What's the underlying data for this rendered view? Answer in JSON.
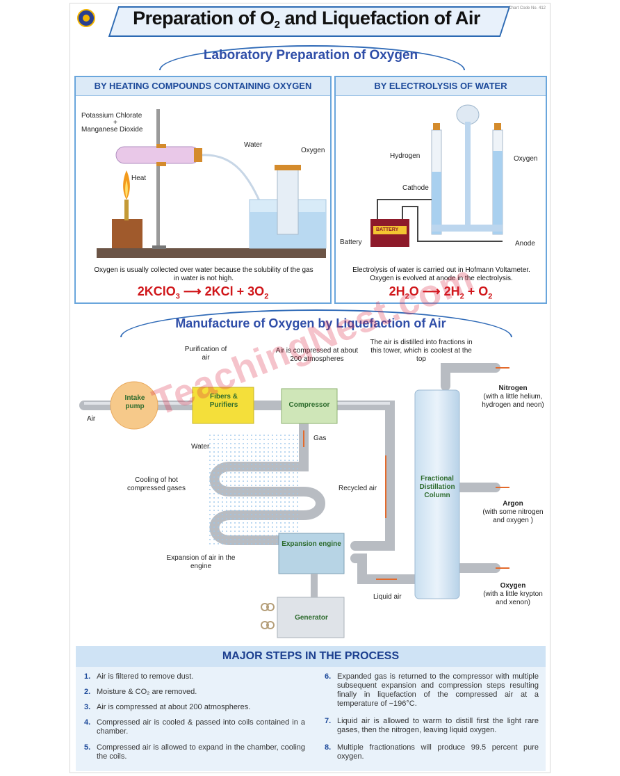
{
  "title": {
    "main_before": "Preparation of O",
    "sub": "2",
    "main_after": " and Liquefaction of Air"
  },
  "top_code": "Chart Code No. 412",
  "lab": {
    "heading": "Laboratory Preparation of Oxygen",
    "heating": {
      "title": "BY HEATING COMPOUNDS CONTAINING OXYGEN",
      "labels": {
        "potassium": "Potassium Chlorate",
        "plus": "+",
        "manganese": "Manganese Dioxide",
        "heat": "Heat",
        "water": "Water",
        "oxygen": "Oxygen"
      },
      "caption_1": "Oxygen is usually collected over water because the solubility of the gas",
      "caption_2": "in water is not high.",
      "equation": {
        "p1": "2KClO",
        "s1": "3",
        "arrow": " ⟶ ",
        "p2": "2KCl + 3O",
        "s2": "2"
      }
    },
    "electrolysis": {
      "title": "BY ELECTROLYSIS OF WATER",
      "labels": {
        "hydrogen": "Hydrogen",
        "oxygen": "Oxygen",
        "cathode": "Cathode",
        "battery": "Battery",
        "anode": "Anode",
        "battery_text": "BATTERY"
      },
      "caption_1": "Electrolysis of water is carried out in Hofmann Voltameter.",
      "caption_2": "Oxygen is evolved at anode in the electrolysis.",
      "equation": {
        "p1": "2H",
        "s1": "2",
        "p2": "O",
        "arrow": " ⟶ ",
        "p3": "2H",
        "s3": "2",
        "p4": " + O",
        "s4": "2"
      }
    }
  },
  "manufacture": {
    "heading": "Manufacture of Oxygen by Liquefaction of Air",
    "labels": {
      "air": "Air",
      "intake": "Intake pump",
      "purification": "Purification of air",
      "fibers": "Fibers & Purifiers",
      "compressed_note": "Air is compressed at about 200 atmospheres",
      "compressor": "Compressor",
      "tower_note": "The air is distilled into fractions in this tower, which is coolest at the top",
      "water": "Water",
      "gas": "Gas",
      "cooling": "Cooling of hot compressed gases",
      "recycled": "Recycled air",
      "column": "Fractional Distillation Column",
      "expansion_engine": "Expansion engine",
      "expansion_air": "Expansion of air in the engine",
      "liquid_air": "Liquid air",
      "generator": "Generator",
      "nitrogen": "Nitrogen",
      "nitrogen_note": "(with a little helium, hydrogen and neon)",
      "argon": "Argon",
      "argon_note": "(with some nitrogen and oxygen )",
      "oxygen": "Oxygen",
      "oxygen_note": "(with a little krypton and xenon)"
    }
  },
  "steps": {
    "heading": "MAJOR STEPS IN THE PROCESS",
    "items": [
      {
        "n": "1.",
        "text": "Air is filtered to remove dust."
      },
      {
        "n": "2.",
        "text": "Moisture & CO₂ are removed."
      },
      {
        "n": "3.",
        "text": "Air is compressed at about 200 atmospheres."
      },
      {
        "n": "4.",
        "text": "Compressed air is cooled & passed into coils contained in a chamber."
      },
      {
        "n": "5.",
        "text": "Compressed air is allowed to expand in the chamber, cooling the coils."
      },
      {
        "n": "6.",
        "text": "Expanded gas is returned to the compressor with multiple subsequent expansion and compression steps resulting finally in liquefaction of the compressed air at a temperature of −196°C."
      },
      {
        "n": "7.",
        "text": "Liquid air is allowed to warm to distill first the light rare gases, then the nitrogen, leaving liquid oxygen."
      },
      {
        "n": "8.",
        "text": "Multiple fractionations will produce 99.5 percent pure oxygen."
      }
    ]
  },
  "watermark": "TeachingNest.com",
  "colors": {
    "accent": "#2f4ea8",
    "equation": "#d0161a",
    "panel_border": "#6aa6dc",
    "pipe": "#b8bcc2"
  }
}
